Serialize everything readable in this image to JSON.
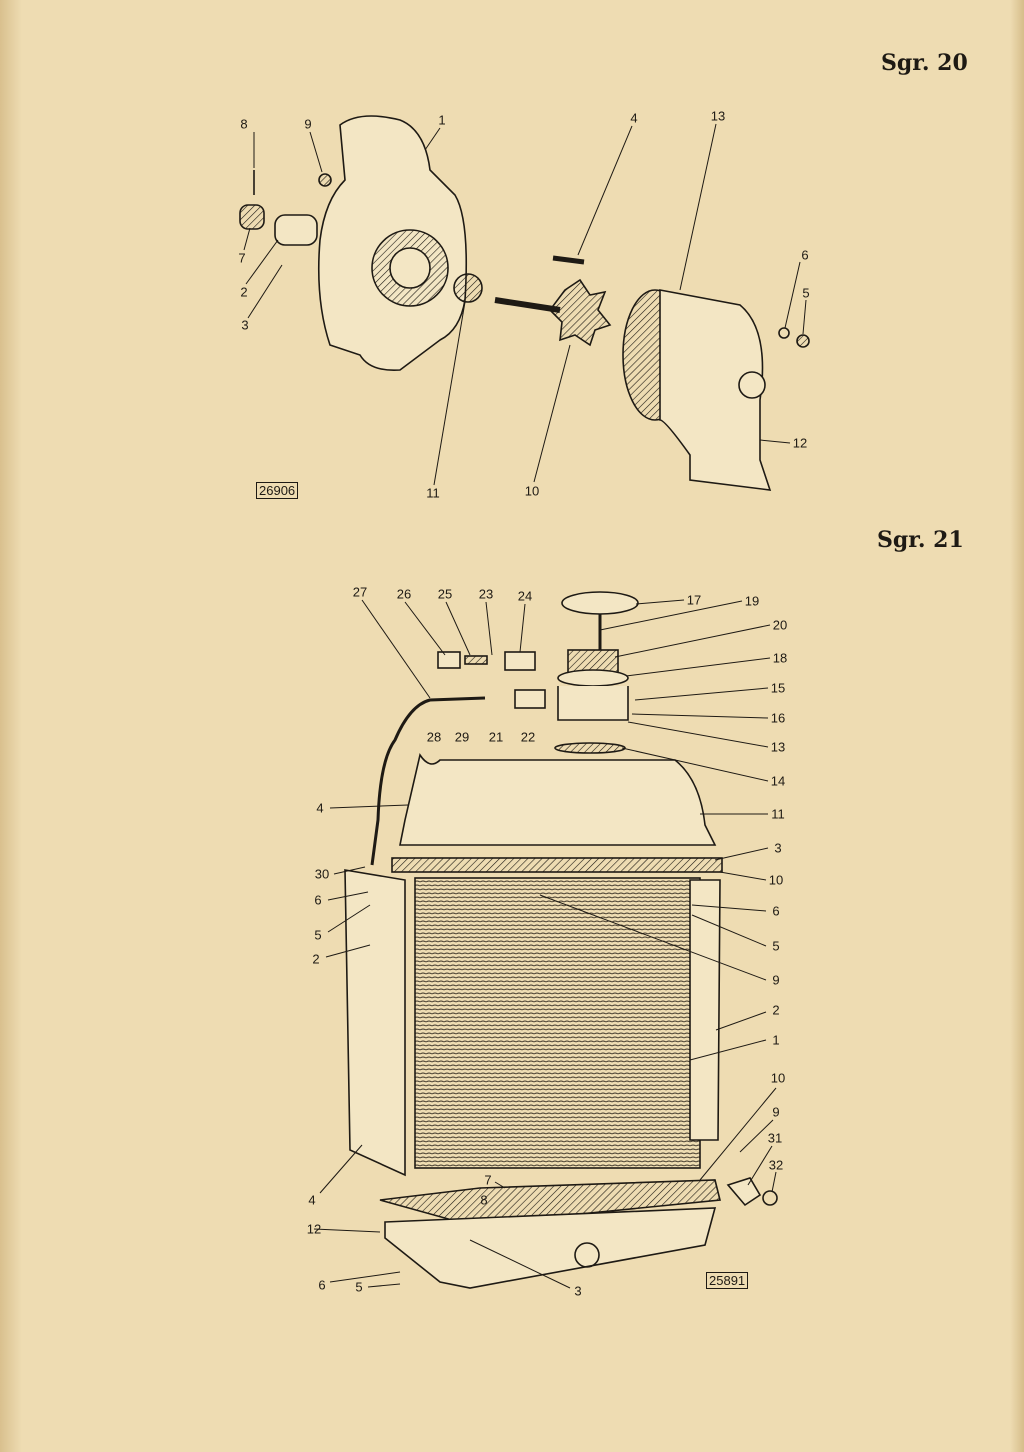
{
  "figures": [
    {
      "title": "Sgr. 20",
      "drawing_number": "26906",
      "labels": [
        "8",
        "9",
        "1",
        "4",
        "13",
        "6",
        "5",
        "7",
        "2",
        "3",
        "11",
        "10",
        "12"
      ]
    },
    {
      "title": "Sgr. 21",
      "drawing_number": "25891",
      "labels": [
        "27",
        "26",
        "25",
        "23",
        "24",
        "17",
        "19",
        "20",
        "18",
        "15",
        "16",
        "28",
        "29",
        "21",
        "22",
        "13",
        "14",
        "4",
        "11",
        "3",
        "30",
        "10",
        "6",
        "6",
        "5",
        "5",
        "2",
        "9",
        "2",
        "1",
        "10",
        "9",
        "31",
        "32",
        "4",
        "7",
        "8",
        "12",
        "6",
        "5",
        "3"
      ]
    }
  ],
  "colors": {
    "paper": "#eedcb2",
    "ink": "#1e1a14"
  }
}
